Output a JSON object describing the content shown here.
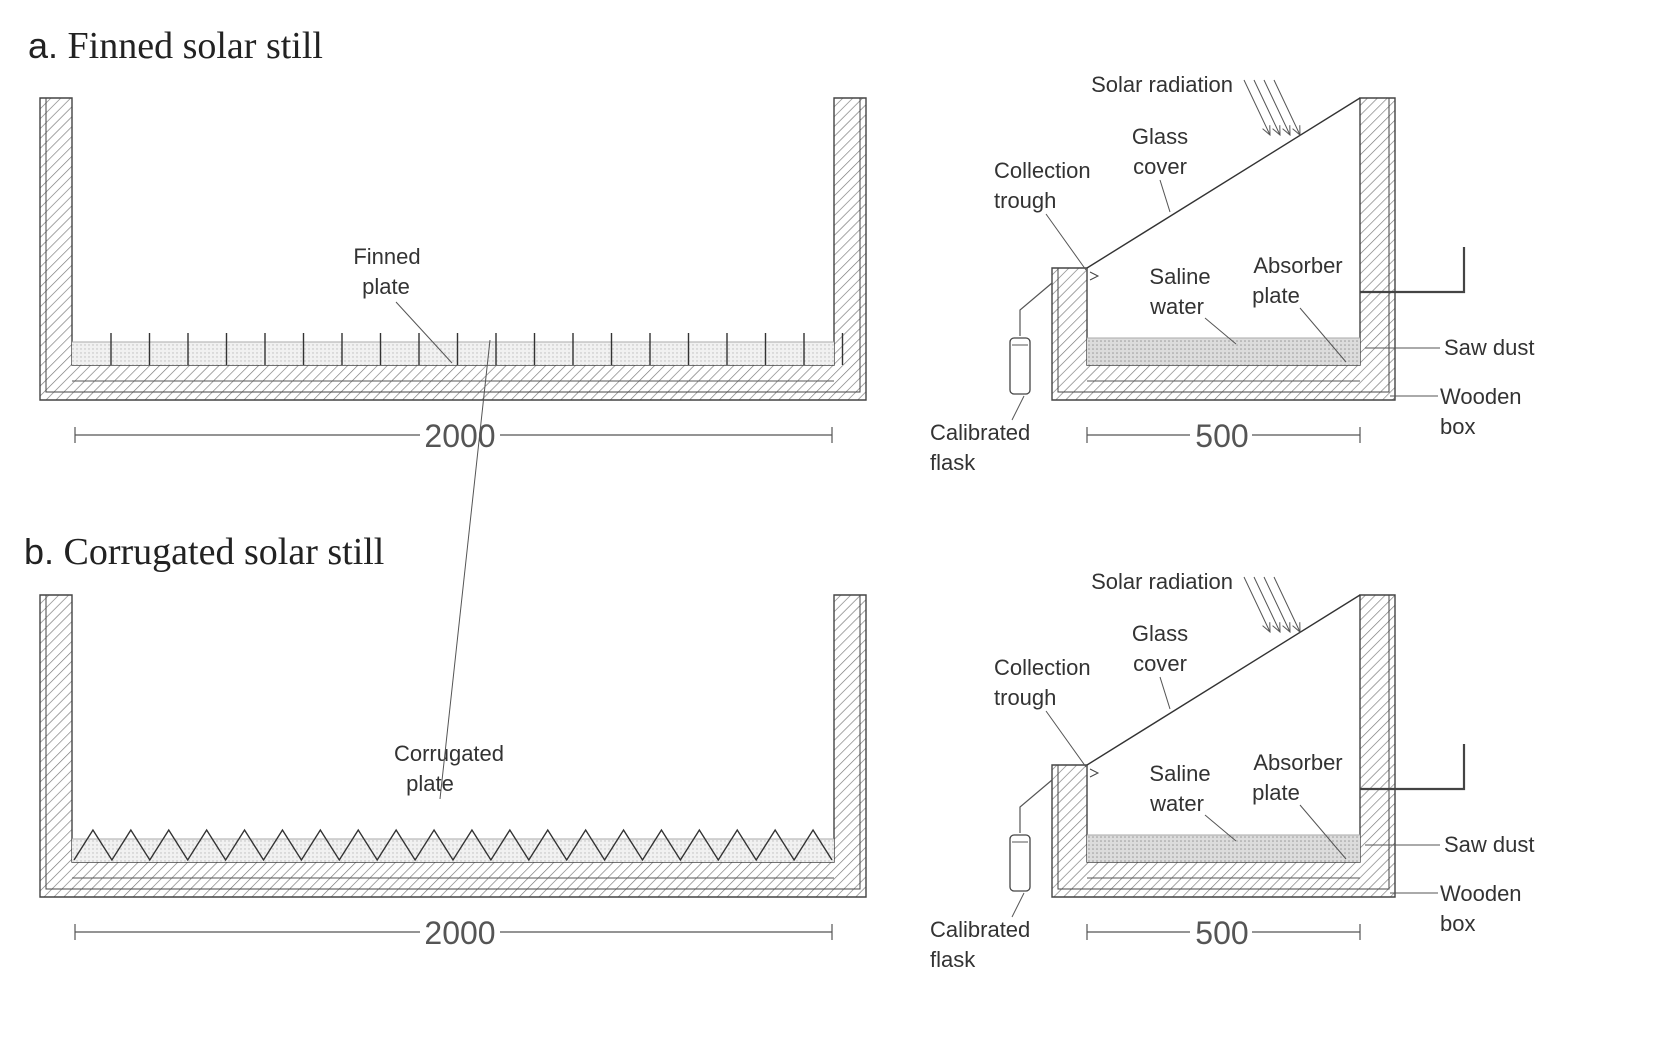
{
  "panels": [
    {
      "letter": "a.",
      "title": "Finned solar still",
      "plate_label": [
        "Finned",
        "plate"
      ],
      "side_labels": {
        "solar": "Solar radiation",
        "glass": [
          "Glass",
          "cover"
        ],
        "trough": [
          "Collection",
          "trough"
        ],
        "water": [
          "Saline",
          "water"
        ],
        "absorber": [
          "Absorber",
          "plate"
        ],
        "sawdust": "Saw dust",
        "box": [
          "Wooden",
          "box"
        ],
        "flask": [
          "Calibrated",
          "flask"
        ]
      },
      "length_dim": "2000",
      "width_dim": "500"
    },
    {
      "letter": "b.",
      "title": "Corrugated solar still",
      "plate_label": [
        "Corrugated",
        "plate"
      ],
      "side_labels": {
        "solar": "Solar radiation",
        "glass": [
          "Glass",
          "cover"
        ],
        "trough": [
          "Collection",
          "trough"
        ],
        "water": [
          "Saline",
          "water"
        ],
        "absorber": [
          "Absorber",
          "plate"
        ],
        "sawdust": "Saw dust",
        "box": [
          "Wooden",
          "box"
        ],
        "flask": [
          "Calibrated",
          "flask"
        ]
      },
      "length_dim": "2000",
      "width_dim": "500"
    }
  ]
}
